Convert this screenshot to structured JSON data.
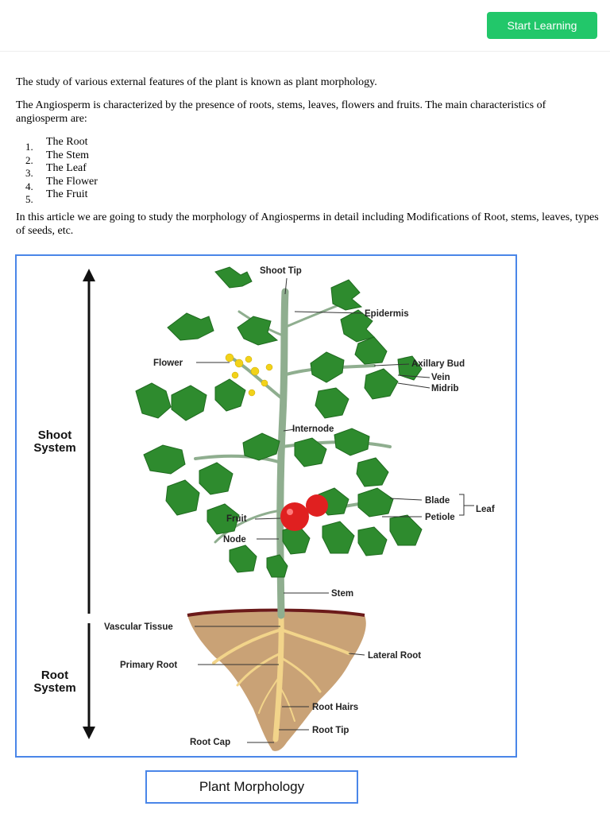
{
  "header": {
    "start_button": "Start Learning"
  },
  "article": {
    "intro": "The study of various external features of the plant is known as plant morphology.",
    "angiosperm_text": "The Angiosperm is characterized by the presence of roots, stems, leaves, flowers and fruits. The main characteristics of angiosperm are:",
    "list": [
      {
        "num": "1.",
        "label": "The Root"
      },
      {
        "num": "2.",
        "label": "The Stem"
      },
      {
        "num": "3.",
        "label": "The Leaf"
      },
      {
        "num": "4.",
        "label": "The Flower"
      },
      {
        "num": "5.",
        "label": "The Fruit"
      }
    ],
    "outro": "In this article we are going to study the morphology of Angiosperms in detail including Modifications of Root, stems, leaves, types of seeds, etc."
  },
  "diagram": {
    "shoot_system": [
      "Shoot",
      "System"
    ],
    "root_system": [
      "Root",
      "System"
    ],
    "labels": {
      "shoot_tip": "Shoot Tip",
      "epidermis": "Epidermis",
      "flower": "Flower",
      "axillary_bud": "Axillary Bud",
      "vein": "Vein",
      "midrib": "Midrib",
      "internode": "Internode",
      "blade": "Blade",
      "leaf": "Leaf",
      "petiole": "Petiole",
      "fruit": "Fruit",
      "node": "Node",
      "stem": "Stem",
      "vascular_tissue": "Vascular Tissue",
      "lateral_root": "Lateral Root",
      "primary_root": "Primary Root",
      "root_hairs": "Root Hairs",
      "root_tip": "Root Tip",
      "root_cap": "Root Cap"
    },
    "colors": {
      "leaf": "#2e8b2e",
      "leaf_dark": "#1f6b1f",
      "stem": "#8fae8f",
      "fruit": "#e02020",
      "soil": "#c9a276",
      "root": "#f2d48a",
      "flower": "#f2d21a"
    }
  },
  "caption": "Plant Morphology"
}
